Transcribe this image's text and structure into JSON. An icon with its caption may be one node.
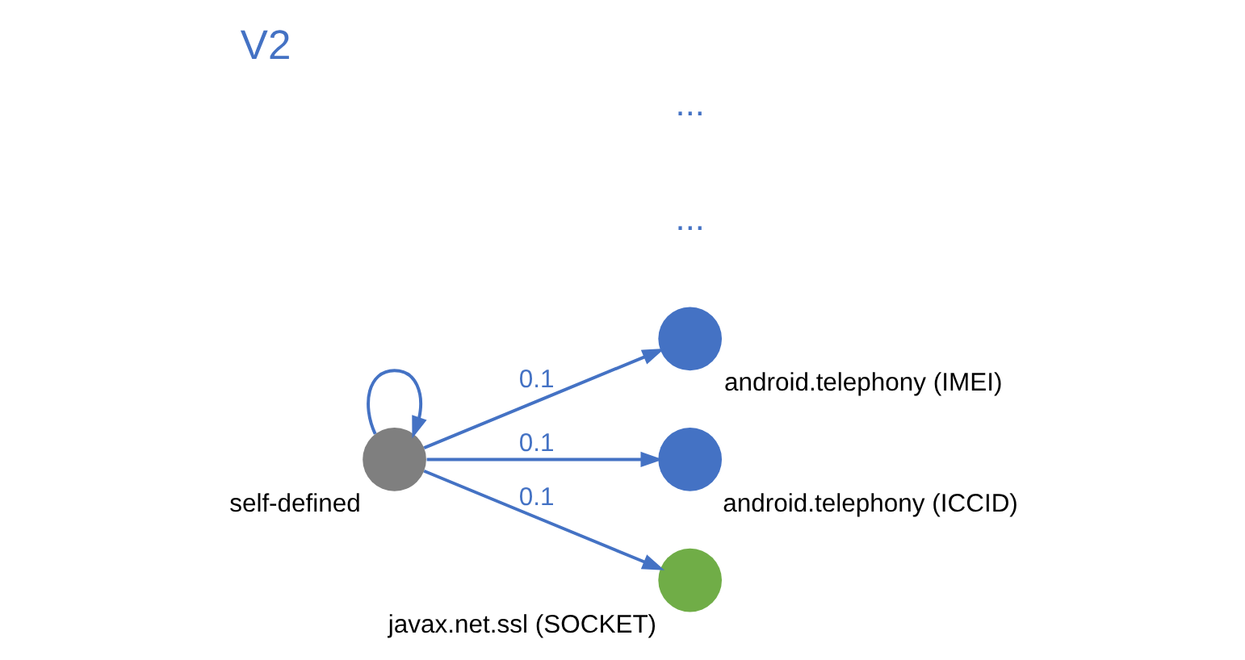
{
  "diagram": {
    "title": "V2",
    "nodes": [
      {
        "text": [],
        "shape": "circle",
        "beside": [
          "self-defined"
        ]
      },
      {
        "text": [],
        "shape": "circle",
        "beside": [
          "android.telephony (IMEI)"
        ]
      },
      {
        "text": [],
        "shape": "circle",
        "beside": [
          "android.telephony (ICCID)"
        ]
      },
      {
        "text": [],
        "shape": "circle",
        "beside": [
          "javax.net.ssl (SOCKET)"
        ]
      }
    ],
    "edges": [
      {
        "from": 0,
        "to": 0,
        "arrow": "to"
      },
      {
        "from": 0,
        "to": 1,
        "arrow": "to",
        "label": "0.1"
      },
      {
        "from": 0,
        "to": 2,
        "arrow": "to",
        "label": "0.1"
      },
      {
        "from": 0,
        "to": 3,
        "arrow": "to",
        "label": "0.1"
      }
    ],
    "labels": [
      "...",
      "..."
    ]
  }
}
